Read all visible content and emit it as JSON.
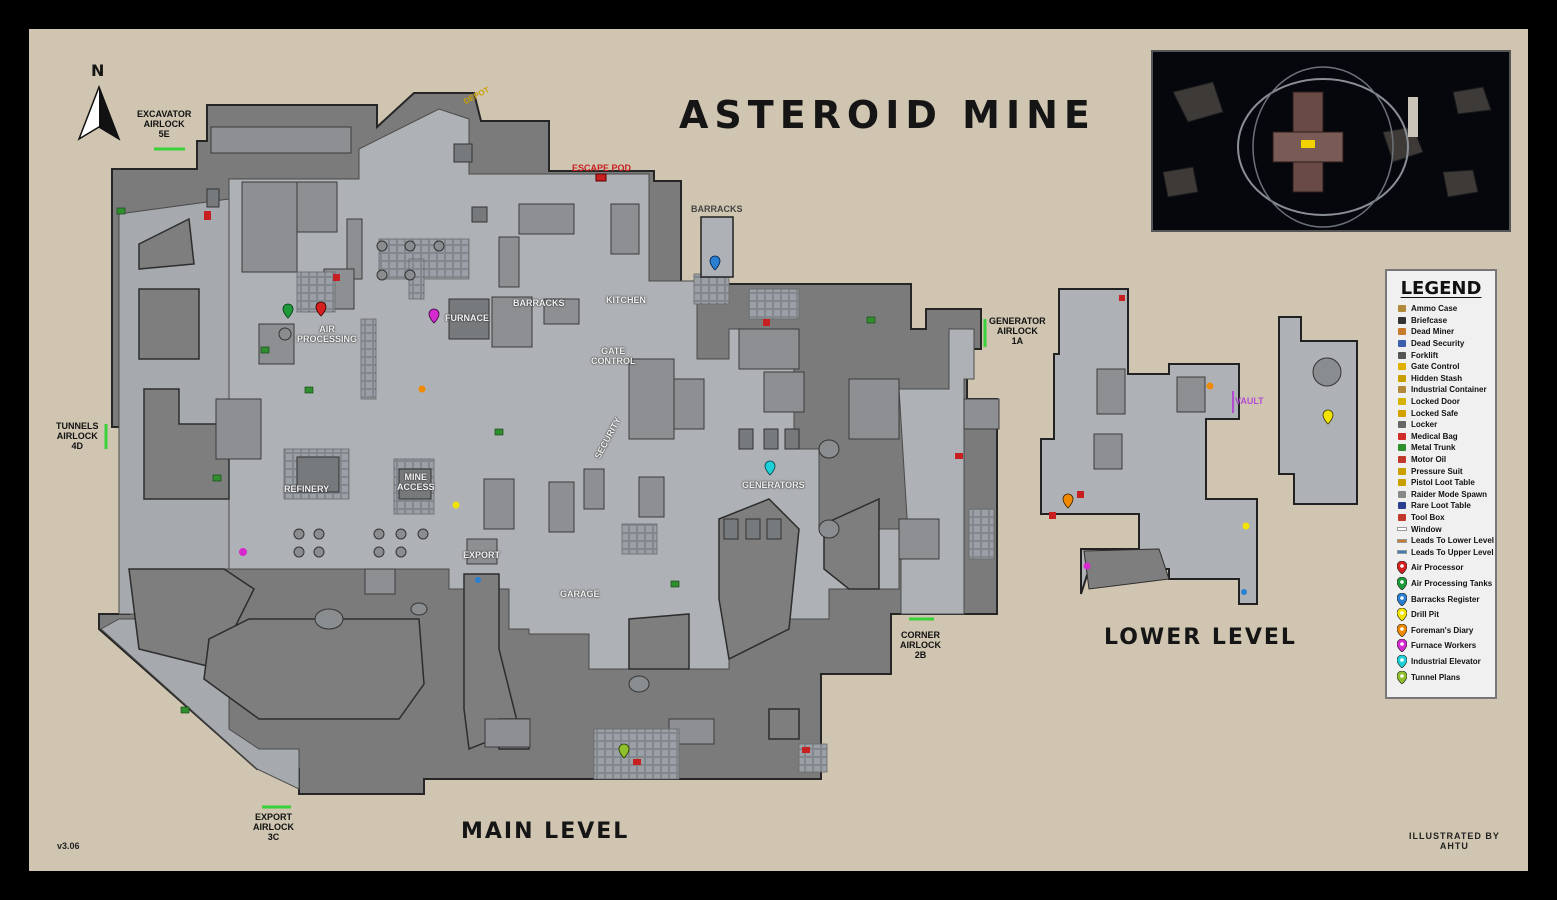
{
  "title": "ASTEROID MINE",
  "north_label": "N",
  "version": "v3.06",
  "credit": {
    "line1": "ILLUSTRATED BY",
    "line2": "AHTU"
  },
  "sections": {
    "main": "MAIN LEVEL",
    "lower": "LOWER LEVEL"
  },
  "exterior_labels": {
    "excavator": [
      "EXCAVATOR",
      "AIRLOCK",
      "5E"
    ],
    "tunnels": [
      "TUNNELS",
      "AIRLOCK",
      "4D"
    ],
    "export_airlock": [
      "EXPORT",
      "AIRLOCK",
      "3C"
    ],
    "corner": [
      "CORNER",
      "AIRLOCK",
      "2B"
    ],
    "generator": [
      "GENERATOR",
      "AIRLOCK",
      "1A"
    ],
    "escape_pod": "ESCAPE POD",
    "depot": "DEPOT",
    "barracks_outside": "BARRACKS",
    "vault": "VAULT"
  },
  "room_labels": {
    "air_processing": [
      "AIR",
      "PROCESSING"
    ],
    "furnace": "FURNACE",
    "barracks": "BARRACKS",
    "kitchen": "KITCHEN",
    "gate_control": [
      "GATE",
      "CONTROL"
    ],
    "security": "SECURITY",
    "refinery": "REFINERY",
    "mine_access": [
      "MINE",
      "ACCESS"
    ],
    "export": "EXPORT",
    "generators": "GENERATORS",
    "garage": "GARAGE"
  },
  "legend": {
    "title": "LEGEND",
    "items": [
      {
        "label": "Ammo Case",
        "icon": "ammo-case-icon",
        "color": "#b08a3a"
      },
      {
        "label": "Briefcase",
        "icon": "briefcase-icon",
        "color": "#333333"
      },
      {
        "label": "Dead Miner",
        "icon": "dead-miner-icon",
        "color": "#c77a2c"
      },
      {
        "label": "Dead Security",
        "icon": "dead-security-icon",
        "color": "#3b5fae"
      },
      {
        "label": "Forklift",
        "icon": "forklift-icon",
        "color": "#555555"
      },
      {
        "label": "Gate Control",
        "icon": "gate-control-icon",
        "color": "#e0b000"
      },
      {
        "label": "Hidden Stash",
        "icon": "hidden-stash-icon",
        "color": "#c9a000"
      },
      {
        "label": "Industrial Container",
        "icon": "industrial-container-icon",
        "color": "#b08a3a"
      },
      {
        "label": "Locked Door",
        "icon": "locked-door-icon",
        "color": "#d4b400"
      },
      {
        "label": "Locked Safe",
        "icon": "locked-safe-icon",
        "color": "#d4a000"
      },
      {
        "label": "Locker",
        "icon": "locker-icon",
        "color": "#666666"
      },
      {
        "label": "Medical Bag",
        "icon": "medical-bag-icon",
        "color": "#d22b2b"
      },
      {
        "label": "Metal Trunk",
        "icon": "metal-trunk-icon",
        "color": "#2f8f2f"
      },
      {
        "label": "Motor Oil",
        "icon": "motor-oil-icon",
        "color": "#c0392b"
      },
      {
        "label": "Pressure Suit",
        "icon": "pressure-suit-icon",
        "color": "#c9a000"
      },
      {
        "label": "Pistol Loot Table",
        "icon": "pistol-icon",
        "color": "#c9a000"
      },
      {
        "label": "Raider Mode Spawn",
        "icon": "raider-spawn-icon",
        "color": "#888888"
      },
      {
        "label": "Rare Loot Table",
        "icon": "rare-loot-icon",
        "color": "#2a3f8f"
      },
      {
        "label": "Tool Box",
        "icon": "toolbox-icon",
        "color": "#c0392b"
      },
      {
        "label": "Window",
        "icon": "window-icon",
        "color": "#ffffff"
      },
      {
        "label": "Leads To Lower Level",
        "icon": "leads-lower-icon",
        "color": "#c77a2c"
      },
      {
        "label": "Leads To Upper Level",
        "icon": "leads-upper-icon",
        "color": "#3b7bbf"
      }
    ],
    "pins": [
      {
        "label": "Air Processor",
        "color": "#d62020"
      },
      {
        "label": "Air Processing Tanks",
        "color": "#1f9a3a"
      },
      {
        "label": "Barracks Register",
        "color": "#2a7fd0"
      },
      {
        "label": "Drill Pit",
        "color": "#f2e300"
      },
      {
        "label": "Foreman's Diary",
        "color": "#f08a00"
      },
      {
        "label": "Furnace Workers",
        "color": "#d62ad0"
      },
      {
        "label": "Industrial Elevator",
        "color": "#20d0d8"
      },
      {
        "label": "Tunnel Plans",
        "color": "#8fbf2a"
      }
    ]
  }
}
